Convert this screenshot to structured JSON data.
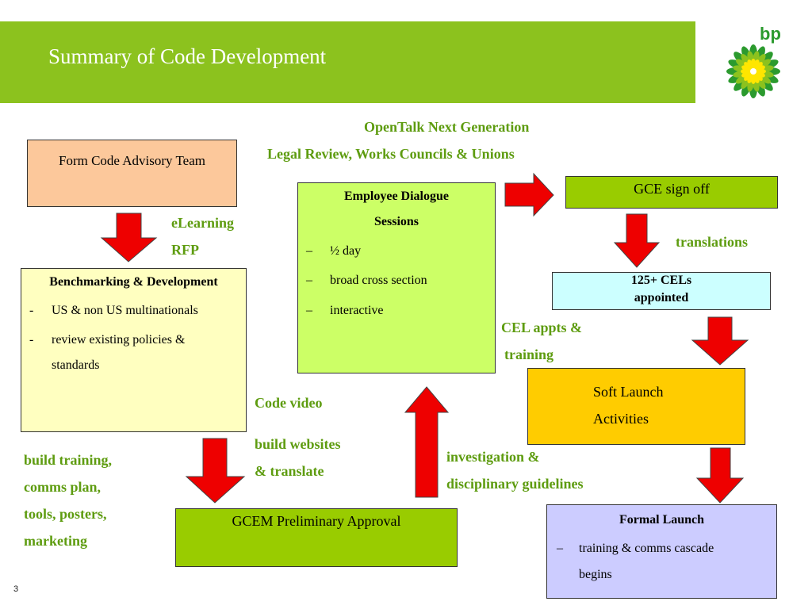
{
  "title": "Summary of Code Development",
  "slide_number": "3",
  "logo_text": "bp",
  "colors": {
    "header_green": "#8cc21e",
    "label_green": "#5e9c10",
    "arrow_red": "#ee0000",
    "box_peach": "#fcc89b",
    "box_light_green": "#ccff66",
    "box_light_yellow": "#ffffc0",
    "box_lime": "#99cc00",
    "box_cyan": "#ccffff",
    "box_gold": "#ffcc00",
    "box_lavender": "#ccccff"
  },
  "boxes": {
    "form_team": {
      "title": "Form Code Advisory Team"
    },
    "benchmarking": {
      "title": "Benchmarking & Development",
      "bullet_marker": "-",
      "items": [
        "US & non US multinationals",
        "review existing policies & standards"
      ]
    },
    "dialogue": {
      "title_line1": "Employee Dialogue",
      "title_line2": "Sessions",
      "bullet_marker": "–",
      "items": [
        "½ day",
        "broad cross section",
        "interactive"
      ]
    },
    "gce_signoff": {
      "title": "GCE sign off"
    },
    "cels": {
      "line1": "125+ CELs",
      "line2": "appointed"
    },
    "soft_launch": {
      "line1": "Soft Launch",
      "line2": "Activities"
    },
    "gcem": {
      "title": "GCEM Preliminary Approval"
    },
    "formal_launch": {
      "title": "Formal Launch",
      "bullet_marker": "–",
      "item_line1": "training & comms cascade",
      "item_line2": "begins"
    }
  },
  "labels": {
    "opentalk": "OpenTalk Next Generation",
    "legal_review": "Legal Review, Works Councils & Unions",
    "elearning": "eLearning",
    "rfp": "RFP",
    "translations": "translations",
    "cel_appts": "CEL appts &",
    "training": "training",
    "code_video": "Code video",
    "build_websites": "build websites",
    "and_translate": "& translate",
    "investigation": "investigation &",
    "disciplinary": "disciplinary guidelines",
    "build_training": "build training,",
    "comms_plan": "comms plan,",
    "tools_posters": "tools, posters,",
    "marketing": "marketing"
  }
}
